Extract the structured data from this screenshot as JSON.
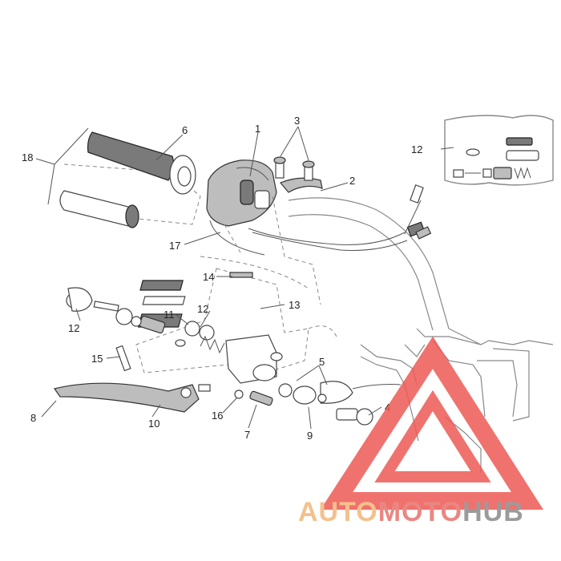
{
  "callouts": {
    "c1": "1",
    "c2": "2",
    "c3": "3",
    "c4": "4",
    "c5": "5",
    "c6": "6",
    "c7": "7",
    "c8": "8",
    "c9": "9",
    "c10": "10",
    "c11": "11",
    "c12_inset": "12",
    "c12_upper": "12",
    "c12_lower": "12",
    "c13": "13",
    "c14": "14",
    "c15": "15",
    "c16": "16",
    "c17": "17",
    "c18": "18"
  },
  "watermark": {
    "part1": "AUTO",
    "part2": "MOTO",
    "part3": "HUB",
    "color_part1": "#f2b77a",
    "color_part2": "#e8716c",
    "color_part3": "#8a8a8a",
    "triangle_color": "#ee5a55"
  }
}
